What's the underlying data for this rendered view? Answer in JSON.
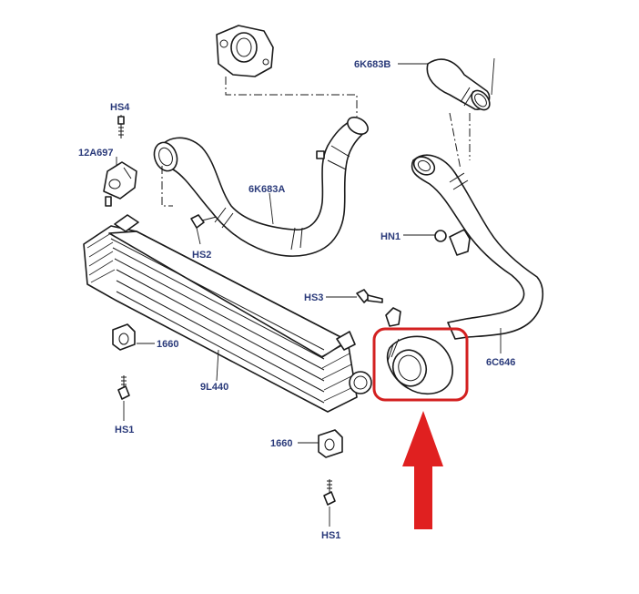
{
  "labels": {
    "hs4": "HS4",
    "p12a697": "12A697",
    "hs2": "HS2",
    "p6k683a": "6K683A",
    "p6k683b": "6K683B",
    "hn1": "HN1",
    "hs3": "HS3",
    "p6c646": "6C646",
    "p1660_left": "1660",
    "p9l440": "9L440",
    "hs1_left": "HS1",
    "p1660_bottom": "1660",
    "hs1_bottom": "HS1"
  },
  "colors": {
    "label": "#2a3a7a",
    "line": "#1a1a1a",
    "highlight_box": "#d32020",
    "arrow": "#e02020"
  },
  "icons": {
    "highlight": "rounded-rectangle",
    "pointer": "up-arrow"
  }
}
